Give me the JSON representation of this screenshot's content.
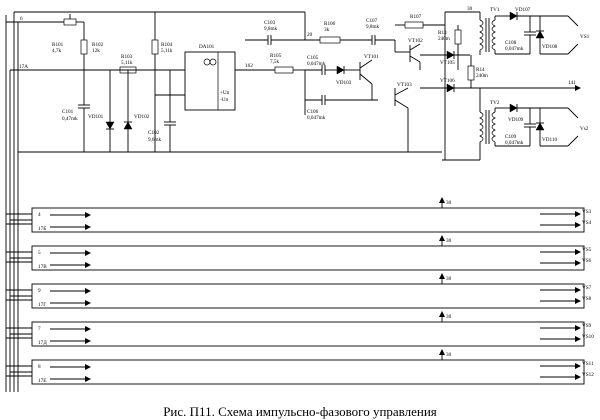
{
  "caption": "Рис. П11. Схема импульсно-фазового управления",
  "labels": {
    "n6": "6",
    "n17a": "17А",
    "n20": "20",
    "n162": "162",
    "n30": "30",
    "n141": "141",
    "r101": "R101",
    "r101v": "4,7k",
    "r102": "R102",
    "r102v": "12k",
    "r103": "R103",
    "r103v": "5,11k",
    "r104": "R104",
    "r104v": "5,11k",
    "da101": "DA101",
    "pin_plus": "+Uп",
    "pin_minus": "-Uп",
    "c101": "C101",
    "c101v": "0,47mk",
    "vd101": "VD101",
    "vd102": "VD102",
    "c102": "C102",
    "c102v": "9,6mk",
    "c103": "C103",
    "c103v": "9,8mk",
    "r105": "R105",
    "r105v": "7,5k",
    "r106": "R106",
    "r106v": "3k",
    "c105": "C105",
    "c105v": "0,047mk",
    "c106": "C106",
    "c106v": "0,047mk",
    "c107": "C107",
    "c107v": "9,8mk",
    "vd103": "VD103",
    "vt101": "VT101",
    "vt102": "VT102",
    "vt103": "VT103",
    "r107": "R107",
    "r13": "R13",
    "r13v": "240m",
    "r14": "R14",
    "r14v": "240m",
    "vt105": "VT105",
    "vt106": "VT106",
    "tv1": "TV1",
    "tv2": "TV2",
    "vd107": "VD107",
    "vd108": "VD108",
    "vd109": "VD109",
    "vd110": "VD110",
    "c108": "C108",
    "c108v": "0,047mk",
    "c109": "C109",
    "c109v": "0,047mk",
    "vs1": "VS1",
    "vs2": "Vs2"
  },
  "channels": [
    {
      "in_top": "4",
      "in_bot": "17Б",
      "pin30": "30",
      "out_top": "VS3",
      "out_bot": "VS4"
    },
    {
      "in_top": "5",
      "in_bot": "17В",
      "pin30": "30",
      "out_top": "VS5",
      "out_bot": "VS6"
    },
    {
      "in_top": "9",
      "in_bot": "17Г",
      "pin30": "30",
      "out_top": "VS7",
      "out_bot": "VS8"
    },
    {
      "in_top": "7",
      "in_bot": "17Д",
      "pin30": "30",
      "out_top": "VS9",
      "out_bot": "VS10"
    },
    {
      "in_top": "8",
      "in_bot": "17Е",
      "pin30": "30",
      "out_top": "VS11",
      "out_bot": "VS12"
    }
  ]
}
